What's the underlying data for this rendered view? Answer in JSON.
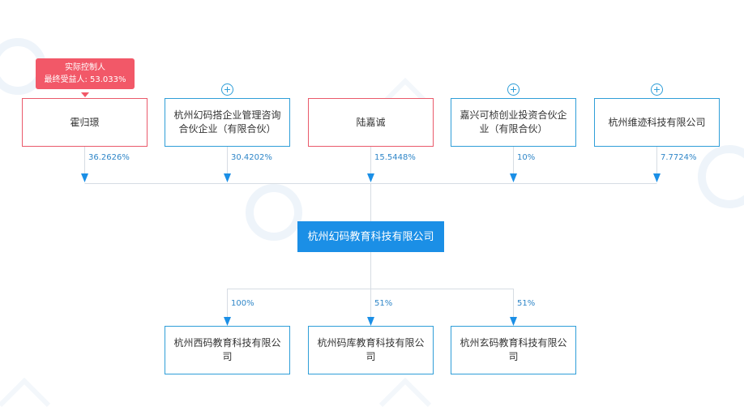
{
  "controller_tag": {
    "title": "实际控制人",
    "beneficiary": "最终受益人: 53.033%"
  },
  "shareholders": [
    {
      "name": "霍归璟",
      "percent": "36.2626%"
    },
    {
      "name": "杭州幻码搭企业管理咨询合伙企业（有限合伙）",
      "percent": "30.4202%"
    },
    {
      "name": "陆嘉诚",
      "percent": "15.5448%"
    },
    {
      "name": "嘉兴可桢创业投资合伙企业（有限合伙）",
      "percent": "10%"
    },
    {
      "name": "杭州维迹科技有限公司",
      "percent": "7.7724%"
    }
  ],
  "company": {
    "name": "杭州幻码教育科技有限公司"
  },
  "subsidiaries": [
    {
      "name": "杭州西码教育科技有限公司",
      "percent": "100%"
    },
    {
      "name": "杭州码库教育科技有限公司",
      "percent": "51%"
    },
    {
      "name": "杭州玄码教育科技有限公司",
      "percent": "51%"
    }
  ],
  "colors": {
    "line": "#d6dce3",
    "arrow": "#1b8fe6",
    "blue_border": "#2f9ed8",
    "red_border": "#ea5a6b",
    "center_fill": "#1b8fe6",
    "tag_fill": "#f25868"
  },
  "icons": [
    "expand-plus-icon",
    "arrow-down-icon"
  ]
}
